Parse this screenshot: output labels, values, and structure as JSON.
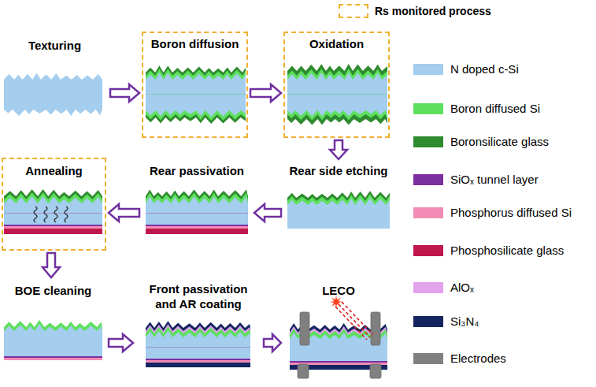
{
  "diagram": {
    "nodes": [
      {
        "text": [
          "Texturing"
        ]
      },
      {
        "text": [
          "Boron diffusion"
        ]
      },
      {
        "text": [
          "Oxidation"
        ]
      },
      {
        "text": [
          "Rear side etching"
        ]
      },
      {
        "text": [
          "Rear passivation"
        ]
      },
      {
        "text": [
          "Annealing"
        ]
      },
      {
        "text": [
          "BOE cleaning"
        ]
      },
      {
        "text": [
          "Front passivation and AR coating"
        ]
      },
      {
        "text": [
          "LECO"
        ]
      }
    ],
    "edges": [
      {
        "from": 0,
        "to": 1,
        "arrow": "to"
      },
      {
        "from": 1,
        "to": 2,
        "arrow": "to"
      },
      {
        "from": 2,
        "to": 3,
        "arrow": "to"
      },
      {
        "from": 3,
        "to": 4,
        "arrow": "to"
      },
      {
        "from": 4,
        "to": 5,
        "arrow": "to"
      },
      {
        "from": 5,
        "to": 6,
        "arrow": "to"
      },
      {
        "from": 6,
        "to": 7,
        "arrow": "to"
      },
      {
        "from": 7,
        "to": 8,
        "arrow": "to"
      }
    ],
    "legend": [
      {
        "text": "Rs monitored process"
      },
      {
        "text": "N doped c-Si",
        "color": "#a4cdee"
      },
      {
        "text": "Boron diffused Si",
        "color": "#5ee05e"
      },
      {
        "text": "Boronsilicate glass",
        "color": "#2e8b2e"
      },
      {
        "text": "SiOₓ tunnel layer",
        "color": "#7b2fa0"
      },
      {
        "text": "Phosphorus diffused Si",
        "color": "#f28cb4"
      },
      {
        "text": "Phosphosilicate glass",
        "color": "#c0164e"
      },
      {
        "text": "AlOₓ",
        "color": "#e2a2ec"
      },
      {
        "text": "Si₃N₄",
        "color": "#142560"
      },
      {
        "text": "Electrodes",
        "color": "#808080"
      }
    ]
  }
}
